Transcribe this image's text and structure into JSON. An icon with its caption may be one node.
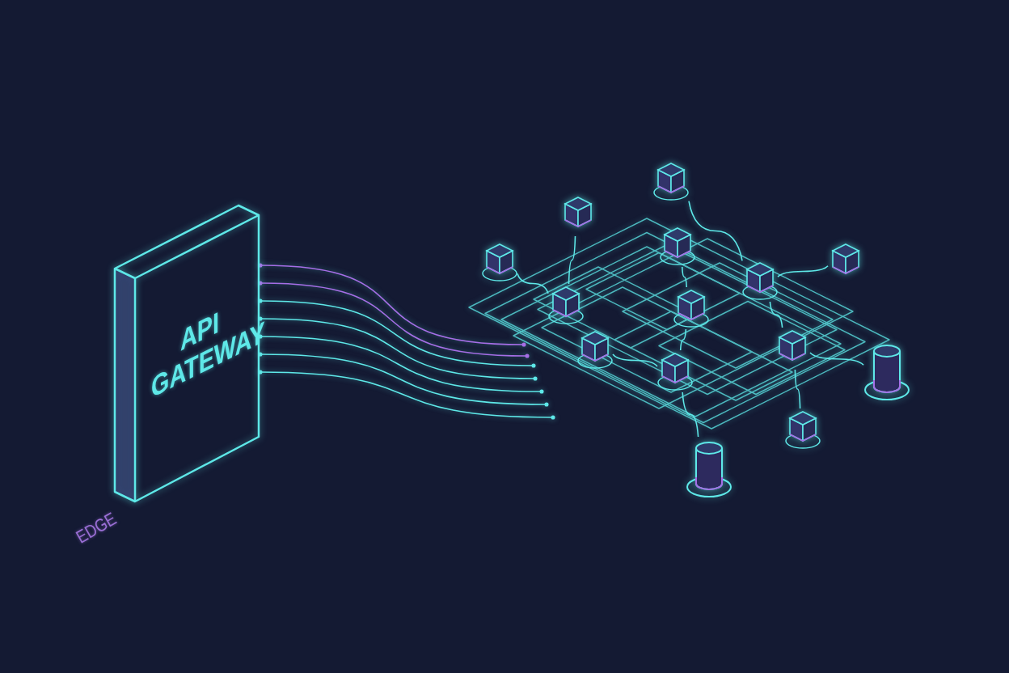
{
  "diagram": {
    "nodes": [
      {
        "text": [
          "API GATEWAY"
        ]
      },
      {
        "text": [],
        "shape": "cube"
      },
      {
        "text": [],
        "shape": "cube"
      },
      {
        "text": [],
        "shape": "cube"
      },
      {
        "text": [],
        "shape": "cube"
      },
      {
        "text": [],
        "shape": "cube"
      },
      {
        "text": [],
        "shape": "cube"
      },
      {
        "text": [],
        "shape": "cube"
      },
      {
        "text": [],
        "shape": "cube"
      },
      {
        "text": [],
        "shape": "cube"
      },
      {
        "text": [],
        "shape": "cube"
      },
      {
        "text": [],
        "shape": "cylinder"
      },
      {
        "text": [],
        "shape": "cube"
      },
      {
        "text": [],
        "shape": "cube"
      },
      {
        "text": [],
        "shape": "cylinder"
      }
    ],
    "edges": [
      {
        "from": 0,
        "to": null,
        "arrow": "other",
        "color": "#a66ee6"
      },
      {
        "from": 0,
        "to": null,
        "arrow": "other",
        "color": "#a66ee6"
      },
      {
        "from": 0,
        "to": null,
        "arrow": "other"
      },
      {
        "from": 0,
        "to": null,
        "arrow": "other"
      },
      {
        "from": 0,
        "to": null,
        "arrow": "other"
      },
      {
        "from": 0,
        "to": null,
        "arrow": "other"
      },
      {
        "from": 0,
        "to": null,
        "arrow": "other"
      },
      {
        "from": 1,
        "to": 6,
        "arrow": "none"
      },
      {
        "from": 2,
        "to": 7,
        "arrow": "none"
      },
      {
        "from": 4,
        "to": 7,
        "arrow": "none"
      },
      {
        "from": 5,
        "to": 6,
        "arrow": "none"
      },
      {
        "from": 3,
        "to": 8,
        "arrow": "none"
      },
      {
        "from": 9,
        "to": 12,
        "arrow": "none"
      },
      {
        "from": 8,
        "to": 12,
        "arrow": "none"
      },
      {
        "from": 6,
        "to": 10,
        "arrow": "none"
      },
      {
        "from": 10,
        "to": 11,
        "arrow": "none"
      },
      {
        "from": 10,
        "to": 13,
        "arrow": "none"
      },
      {
        "from": 12,
        "to": 14,
        "arrow": "none"
      }
    ],
    "labels": [
      "EDGE"
    ]
  }
}
